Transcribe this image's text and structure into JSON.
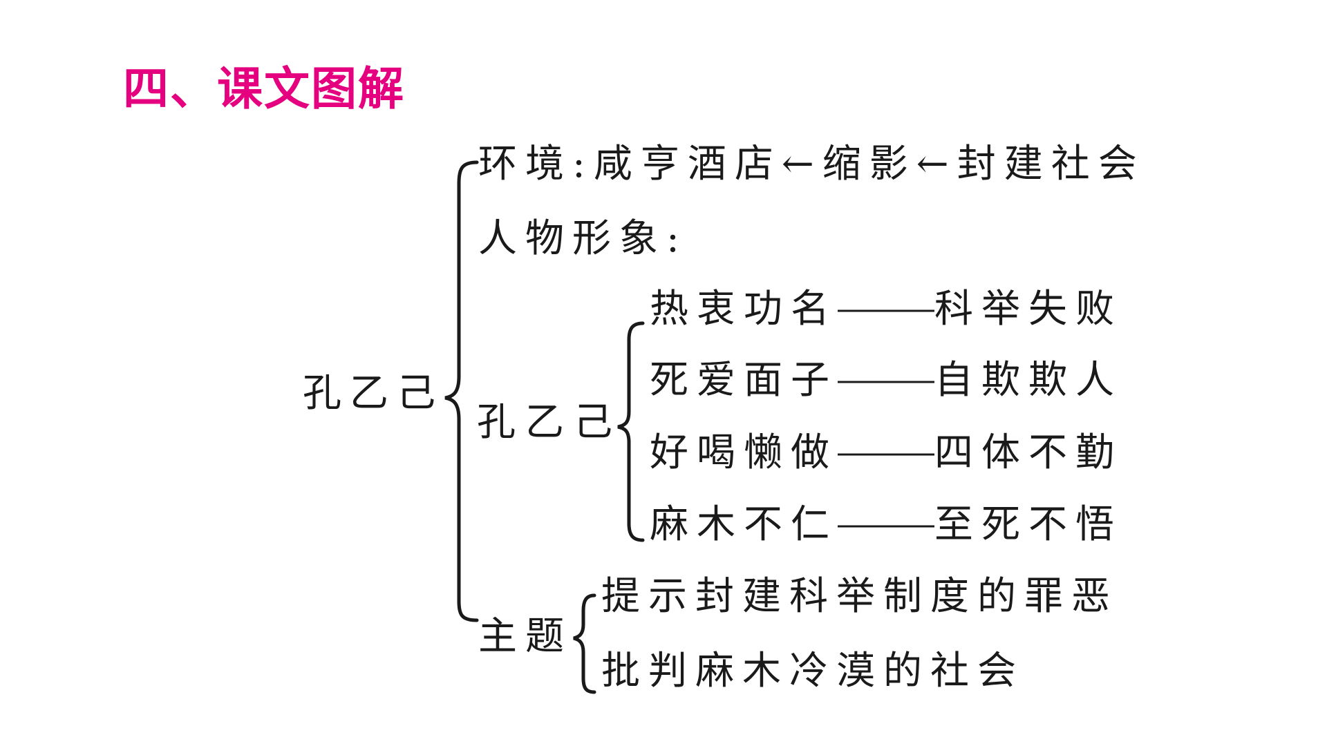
{
  "title": "四、课文图解",
  "colors": {
    "title": "#e4007f",
    "text": "#1a1a1a",
    "background": "#ffffff"
  },
  "root": "孔乙己",
  "branches": {
    "environment": {
      "label": "环境",
      "text": ":咸亨酒店←缩影←封建社会"
    },
    "character": {
      "label": "人物形象:",
      "subject": "孔乙己",
      "traits": [
        {
          "trait": "热衷功名",
          "dash": "——",
          "result": "科举失败"
        },
        {
          "trait": "死爱面子",
          "dash": "——",
          "result": "自欺欺人"
        },
        {
          "trait": "好喝懒做",
          "dash": "——",
          "result": "四体不勤"
        },
        {
          "trait": "麻木不仁",
          "dash": "——",
          "result": "至死不悟"
        }
      ]
    },
    "theme": {
      "label": "主题",
      "items": [
        "提示封建科举制度的罪恶",
        "批判麻木冷漠的社会"
      ]
    }
  }
}
